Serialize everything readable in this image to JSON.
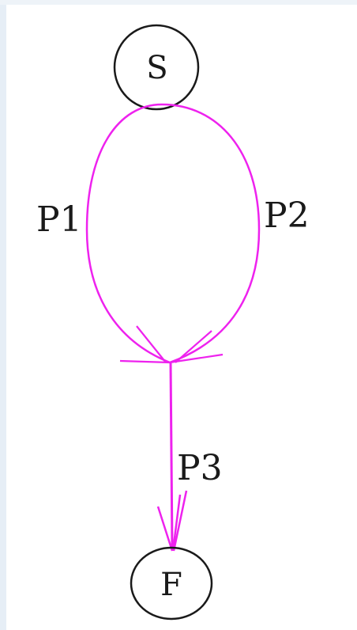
{
  "diagram": {
    "nodes": [
      {
        "id": "S",
        "label": "S"
      },
      {
        "id": "F",
        "label": "F"
      }
    ],
    "edges": [
      {
        "id": "p1",
        "label": "P1"
      },
      {
        "id": "p2",
        "label": "P2"
      },
      {
        "id": "p3",
        "label": "P3"
      }
    ],
    "colors": {
      "edge": "#ee22ee",
      "node_stroke": "#1a1a1a",
      "text": "#1a1a1a"
    }
  }
}
